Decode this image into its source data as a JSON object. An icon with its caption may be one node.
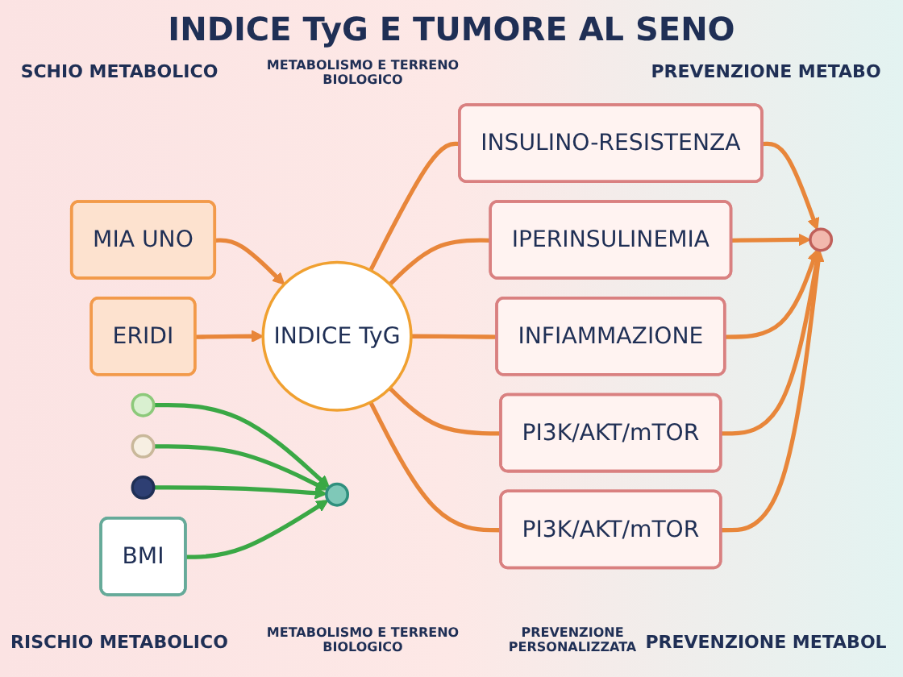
{
  "diagram": {
    "title": "INDICE TyG E TUMORE AL SENO",
    "nodes": [
      {
        "text": [
          "MIA UNO"
        ]
      },
      {
        "text": [
          "ERIDI"
        ]
      },
      {
        "text": [
          "INDICE TyG"
        ]
      },
      {
        "text": [
          "INSULINO-RESISTENZA"
        ]
      },
      {
        "text": [
          "IPERINSULINEMIA"
        ]
      },
      {
        "text": [
          "INFIAMMAZIONE"
        ]
      },
      {
        "text": [
          "PI3K/AKT/mTOR"
        ]
      },
      {
        "text": [
          "PI3K/AKT/mTOR"
        ]
      },
      {
        "text": [],
        "shape": "circle"
      },
      {
        "text": [],
        "shape": "circle"
      },
      {
        "text": [],
        "shape": "circle"
      },
      {
        "text": [],
        "shape": "circle"
      },
      {
        "text": [],
        "shape": "circle"
      },
      {
        "text": [
          "BMI"
        ]
      }
    ],
    "edges": [
      {
        "from": 0,
        "to": 2,
        "arrow": "to"
      },
      {
        "from": 1,
        "to": 2,
        "arrow": "to"
      },
      {
        "from": 2,
        "to": 3,
        "arrow": "none"
      },
      {
        "from": 2,
        "to": 4,
        "arrow": "none"
      },
      {
        "from": 2,
        "to": 5,
        "arrow": "none"
      },
      {
        "from": 2,
        "to": 6,
        "arrow": "none"
      },
      {
        "from": 2,
        "to": 7,
        "arrow": "none"
      },
      {
        "from": 3,
        "to": 8,
        "arrow": "to"
      },
      {
        "from": 4,
        "to": 8,
        "arrow": "to"
      },
      {
        "from": 5,
        "to": 8,
        "arrow": "to"
      },
      {
        "from": 6,
        "to": 8,
        "arrow": "to"
      },
      {
        "from": 7,
        "to": 8,
        "arrow": "to"
      },
      {
        "from": 10,
        "to": 9,
        "arrow": "to",
        "color": "#3aa845"
      },
      {
        "from": 11,
        "to": 9,
        "arrow": "to",
        "color": "#3aa845"
      },
      {
        "from": 12,
        "to": 9,
        "arrow": "to",
        "color": "#3aa845"
      },
      {
        "from": 13,
        "to": 9,
        "arrow": "to",
        "color": "#3aa845"
      }
    ],
    "labels": [
      "SCHIO METABOLICO",
      "METABOLISMO E TERRENO BIOLOGICO",
      "PREVENZIONE METABO",
      "RISCHIO METABOLICO",
      "METABOLISMO E TERRENO BIOLOGICO",
      "PREVENZIONE PERSONALIZZATA",
      "PREVENZIONE METABOL"
    ]
  }
}
